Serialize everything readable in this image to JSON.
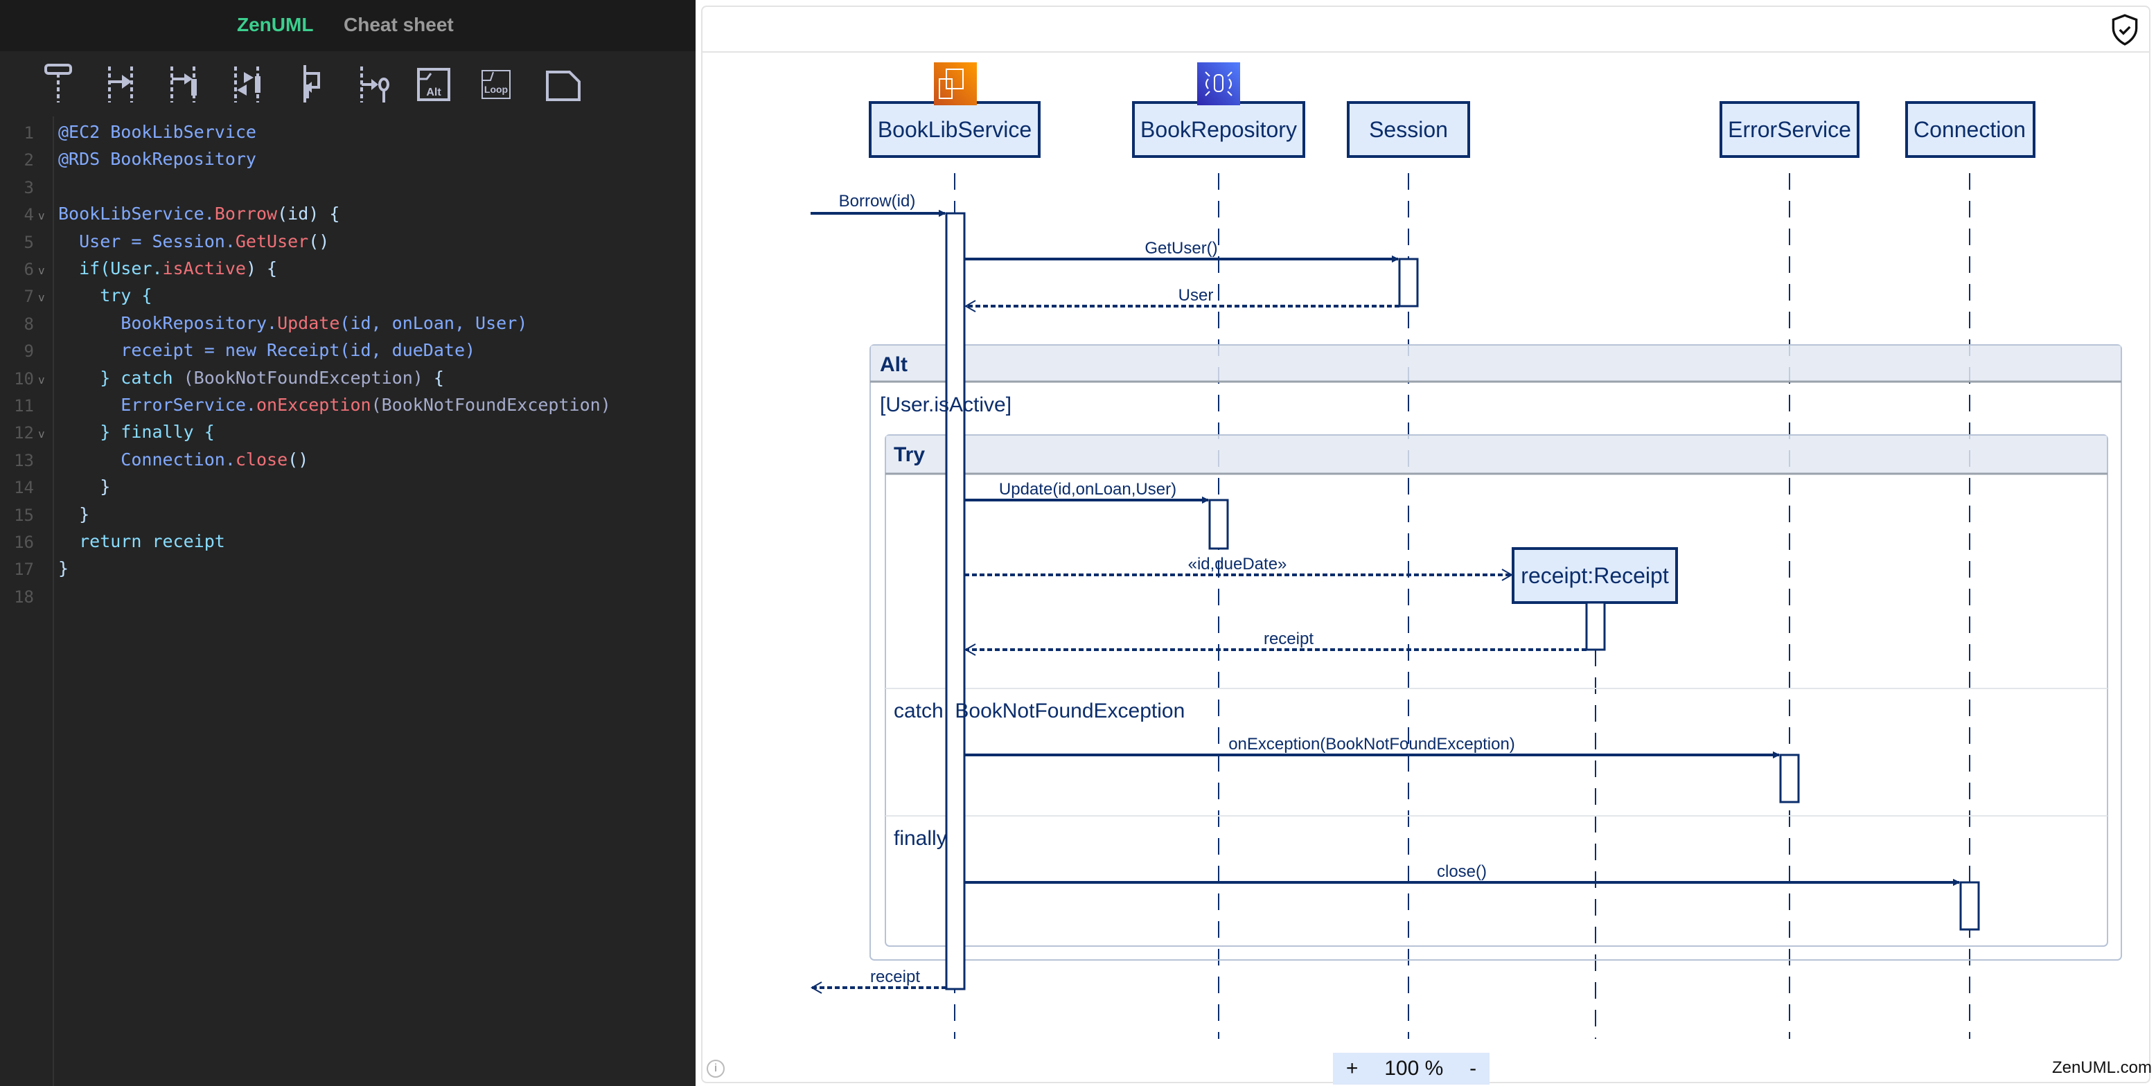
{
  "header": {
    "brand": "ZenUML",
    "cheat_sheet": "Cheat sheet"
  },
  "toolbar": [
    "participant-icon",
    "message-icon",
    "sync-message-icon",
    "return-message-icon",
    "self-message-icon",
    "create-message-icon",
    "alt-icon",
    "loop-icon",
    "note-icon"
  ],
  "toolbar_labels": {
    "alt": "Alt",
    "loop": "Loop"
  },
  "editor": {
    "line_numbers": [
      "1",
      "2",
      "3",
      "4",
      "5",
      "6",
      "7",
      "8",
      "9",
      "10",
      "11",
      "12",
      "13",
      "14",
      "15",
      "16",
      "17",
      "18"
    ],
    "folds": [
      4,
      6,
      7,
      10,
      12
    ],
    "lines": [
      [
        [
          "@EC2 BookLibService",
          "id"
        ]
      ],
      [
        [
          "@RDS BookRepository",
          "id"
        ]
      ],
      [],
      [
        [
          "BookLibService.",
          "id"
        ],
        [
          "Borrow",
          "fn"
        ],
        [
          "(id) {",
          "p"
        ]
      ],
      [
        [
          "  User = Session.",
          "id"
        ],
        [
          "GetUser",
          "fn"
        ],
        [
          "()",
          "p"
        ]
      ],
      [
        [
          "  if(User.",
          "kw"
        ],
        [
          "isActive",
          "fn"
        ],
        [
          ") {",
          "p"
        ]
      ],
      [
        [
          "    try {",
          "kw"
        ]
      ],
      [
        [
          "      BookRepository.",
          "id"
        ],
        [
          "Update",
          "fn"
        ],
        [
          "(id, onLoan, User)",
          "id"
        ]
      ],
      [
        [
          "      receipt = new Receipt(id, dueDate)",
          "id"
        ]
      ],
      [
        [
          "    } catch ",
          "kw"
        ],
        [
          "(BookNotFoundException)",
          "ex"
        ],
        [
          " {",
          "p"
        ]
      ],
      [
        [
          "      ErrorService.",
          "id"
        ],
        [
          "onException",
          "fn"
        ],
        [
          "(BookNotFoundException)",
          "ex"
        ]
      ],
      [
        [
          "    } finally {",
          "kw"
        ]
      ],
      [
        [
          "      Connection.",
          "id"
        ],
        [
          "close",
          "fn"
        ],
        [
          "()",
          "p"
        ]
      ],
      [
        [
          "    }",
          "p"
        ]
      ],
      [
        [
          "  }",
          "p"
        ]
      ],
      [
        [
          "  return receipt",
          "kw"
        ]
      ],
      [
        [
          "}",
          "p"
        ]
      ],
      []
    ]
  },
  "diagram": {
    "participants": [
      {
        "name": "BookLibService",
        "icon": "aws-ec2-icon",
        "icon_color": "#e7700d"
      },
      {
        "name": "BookRepository",
        "icon": "aws-rds-icon",
        "icon_color": "#3b48cc"
      },
      {
        "name": "Session"
      },
      {
        "name": "ErrorService"
      },
      {
        "name": "Connection"
      }
    ],
    "created": "receipt:Receipt",
    "messages": {
      "borrow": "Borrow(id)",
      "getuser": "GetUser()",
      "user": "User",
      "update": "Update(id,onLoan,User)",
      "create": "«id,dueDate»",
      "receipt_ret": "receipt",
      "onexception": "onException(BookNotFoundException)",
      "close": "close()",
      "final_ret": "receipt"
    },
    "fragments": {
      "alt": "Alt",
      "guard": "[User.isActive]",
      "try": "Try",
      "catch": "catch  BookNotFoundException",
      "finally": "finally"
    },
    "color": "#0b2d6b",
    "box_fill": "#dfebfb"
  },
  "footer": {
    "zoom_in": "+",
    "zoom": "100 %",
    "zoom_out": "-",
    "site": "ZenUML.com",
    "info": "i"
  }
}
